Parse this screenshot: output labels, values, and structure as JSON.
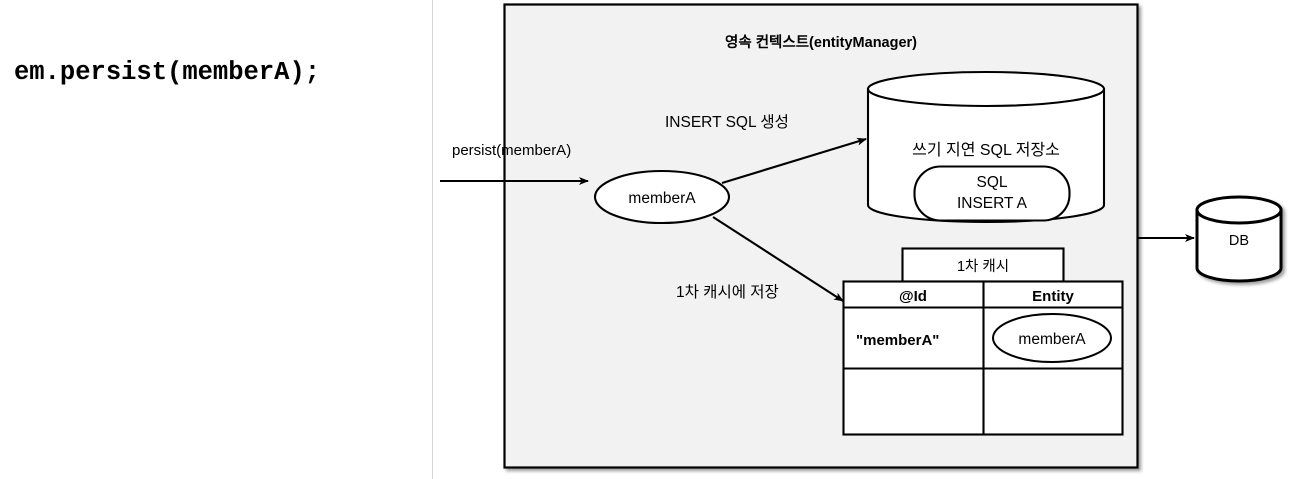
{
  "code_pane": {
    "code": "em.persist(memberA);"
  },
  "diagram": {
    "container_title": "영속 컨텍스트(entityManager)",
    "container_fill": "#f2f2f2",
    "stroke_color": "#000000",
    "incoming_arrow_label": "persist(memberA)",
    "entity_ellipse_label": "memberA",
    "insert_arrow_label": "INSERT SQL 생성",
    "cache_arrow_label": "1차 캐시에 저장",
    "sql_store": {
      "title": "쓰기 지연 SQL 저장소",
      "item_line1": "SQL",
      "item_line2": "INSERT A"
    },
    "first_level_cache": {
      "tab_label": "1차 캐시",
      "columns": [
        "@Id",
        "Entity"
      ],
      "rows": [
        {
          "id": "\"memberA\"",
          "entity": "memberA"
        },
        {
          "id": "",
          "entity": ""
        }
      ]
    },
    "database": {
      "label": "DB"
    }
  }
}
